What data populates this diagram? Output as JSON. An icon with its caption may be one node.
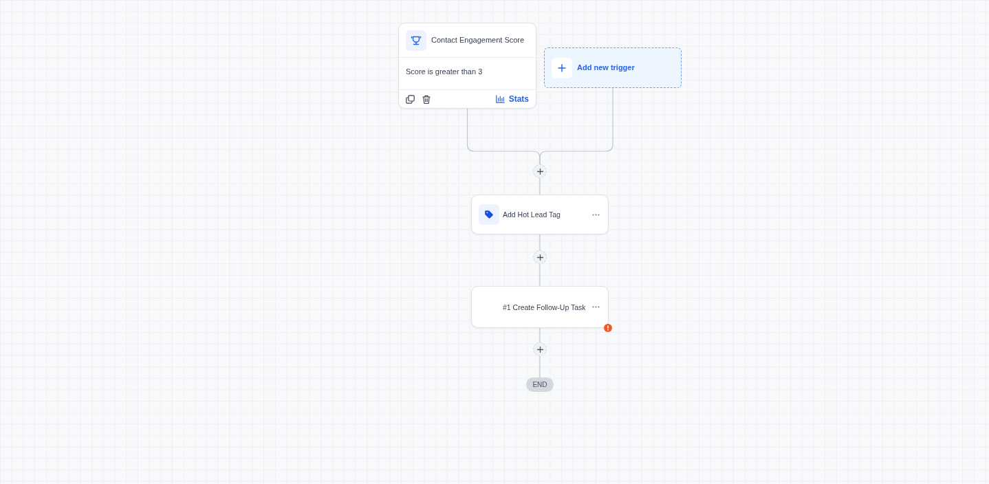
{
  "diagram": {
    "nodes": [
      {
        "text": [
          "Contact Engagement Score",
          "Score is greater than 3",
          "Stats"
        ]
      },
      {
        "text": [
          "Add new trigger"
        ]
      },
      {
        "text": [],
        "shape": "circle"
      },
      {
        "text": [
          "Add Hot Lead Tag"
        ]
      },
      {
        "text": [],
        "shape": "circle"
      },
      {
        "text": [
          "#1 Create Follow-Up Task"
        ]
      },
      {
        "text": [],
        "shape": "circle"
      },
      {
        "text": [
          "END"
        ]
      }
    ],
    "edges": [
      {
        "from": 0,
        "to": 2,
        "arrow": "none"
      },
      {
        "from": 1,
        "to": 2,
        "arrow": "none"
      },
      {
        "from": 2,
        "to": 3,
        "arrow": "none"
      },
      {
        "from": 3,
        "to": 4,
        "arrow": "none"
      },
      {
        "from": 4,
        "to": 5,
        "arrow": "none"
      },
      {
        "from": 5,
        "to": 6,
        "arrow": "none"
      },
      {
        "from": 6,
        "to": 7,
        "arrow": "none"
      }
    ]
  }
}
